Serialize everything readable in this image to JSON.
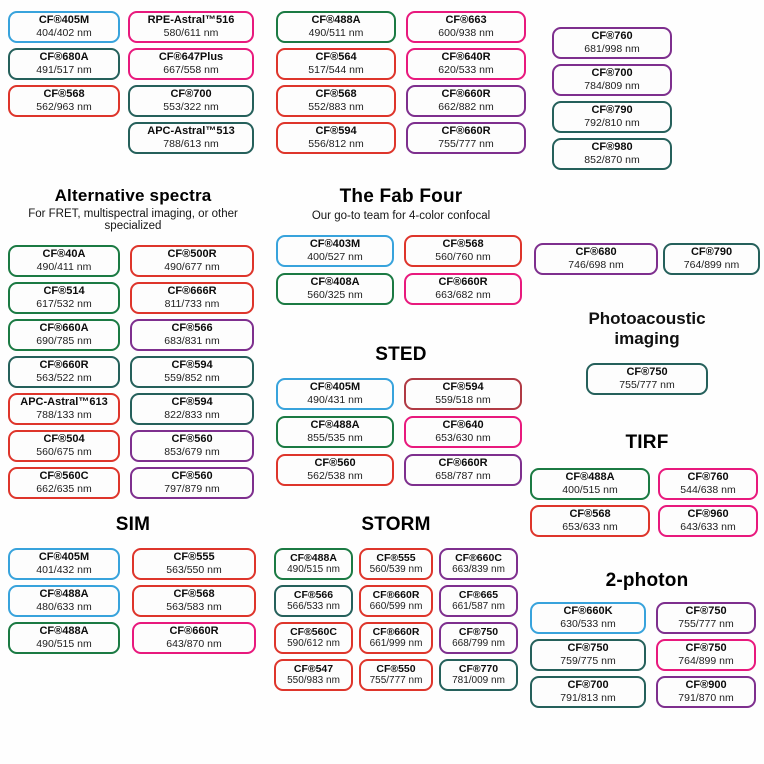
{
  "colors": {
    "blue": "#38a3dc",
    "green": "#1b7a43",
    "teal": "#25605b",
    "red": "#de352b",
    "dark_red": "#b03a44",
    "pink": "#e8197d",
    "purple": "#7e2f8e"
  },
  "top_left": {
    "col1": [
      {
        "name": "CF®405M",
        "value": "404/402 nm",
        "color": "blue"
      },
      {
        "name": "CF®680A",
        "value": "491/517 nm",
        "color": "teal"
      },
      {
        "name": "CF®568",
        "value": "562/963 nm",
        "color": "red"
      }
    ],
    "col2": [
      {
        "name": "RPE-Astral™516",
        "value": "580/611 nm",
        "color": "pink"
      },
      {
        "name": "CF®647Plus",
        "value": "667/558 nm",
        "color": "pink"
      },
      {
        "name": "CF®700",
        "value": "553/322 nm",
        "color": "teal"
      },
      {
        "name": "APC-Astral™513",
        "value": "788/613 nm",
        "color": "teal"
      }
    ]
  },
  "top_middle": {
    "col1": [
      {
        "name": "CF®488A",
        "value": "490/511 nm",
        "color": "green"
      },
      {
        "name": "CF®564",
        "value": "517/544 nm",
        "color": "red"
      },
      {
        "name": "CF®568",
        "value": "552/883 nm",
        "color": "red"
      },
      {
        "name": "CF®594",
        "value": "556/812 nm",
        "color": "red"
      }
    ],
    "col2": [
      {
        "name": "CF®663",
        "value": "600/938 nm",
        "color": "pink"
      },
      {
        "name": "CF®640R",
        "value": "620/533 nm",
        "color": "pink"
      },
      {
        "name": "CF®660R",
        "value": "662/882 nm",
        "color": "purple"
      },
      {
        "name": "CF®660R",
        "value": "755/777 nm",
        "color": "purple"
      }
    ]
  },
  "top_right": {
    "pills": [
      {
        "name": "CF®760",
        "value": "681/998 nm",
        "color": "purple"
      },
      {
        "name": "CF®700",
        "value": "784/809 nm",
        "color": "purple"
      },
      {
        "name": "CF®790",
        "value": "792/810 nm",
        "color": "teal"
      },
      {
        "name": "CF®980",
        "value": "852/870 nm",
        "color": "teal"
      }
    ]
  },
  "alt_spectra": {
    "title": "Alternative spectra",
    "subtitle": "For FRET, multispectral imaging, or other specialized",
    "pills": [
      {
        "name": "CF®40A",
        "value": "490/411 nm",
        "color": "green"
      },
      {
        "name": "CF®500R",
        "value": "490/677 nm",
        "color": "red"
      },
      {
        "name": "CF®514",
        "value": "617/532 nm",
        "color": "green"
      },
      {
        "name": "CF®666R",
        "value": "811/733 nm",
        "color": "red"
      },
      {
        "name": "CF®660A",
        "value": "690/785 nm",
        "color": "green"
      },
      {
        "name": "CF®566",
        "value": "683/831 nm",
        "color": "purple"
      },
      {
        "name": "CF®660R",
        "value": "563/522 nm",
        "color": "teal"
      },
      {
        "name": "CF®594",
        "value": "559/852 nm",
        "color": "teal"
      },
      {
        "name": "APC-Astral™613",
        "value": "788/133 nm",
        "color": "red"
      },
      {
        "name": "CF®594",
        "value": "822/833 nm",
        "color": "teal"
      },
      {
        "name": "CF®504",
        "value": "560/675 nm",
        "color": "red"
      },
      {
        "name": "CF®560",
        "value": "853/679 nm",
        "color": "purple"
      },
      {
        "name": "CF®560C",
        "value": "662/635 nm",
        "color": "red"
      },
      {
        "name": "CF®560",
        "value": "797/879 nm",
        "color": "purple"
      }
    ]
  },
  "fab_four": {
    "title": "The Fab Four",
    "subtitle": "Our go-to team for 4-color confocal",
    "pills": [
      {
        "name": "CF®403M",
        "value": "400/527 nm",
        "color": "blue"
      },
      {
        "name": "CF®568",
        "value": "560/760 nm",
        "color": "red"
      },
      {
        "name": "CF®408A",
        "value": "560/325 nm",
        "color": "green"
      },
      {
        "name": "CF®660R",
        "value": "663/682 nm",
        "color": "pink"
      }
    ]
  },
  "sted": {
    "title": "STED",
    "pills": [
      {
        "name": "CF®405M",
        "value": "490/431 nm",
        "color": "blue"
      },
      {
        "name": "CF®594",
        "value": "559/518 nm",
        "color": "dark_red"
      },
      {
        "name": "CF®488A",
        "value": "855/535 nm",
        "color": "green"
      },
      {
        "name": "CF®640",
        "value": "653/630 nm",
        "color": "pink"
      },
      {
        "name": "CF®560",
        "value": "562/538 nm",
        "color": "red"
      },
      {
        "name": "CF®660R",
        "value": "658/787 nm",
        "color": "purple"
      }
    ]
  },
  "sim": {
    "title": "SIM",
    "pills": [
      {
        "name": "CF®405M",
        "value": "401/432 nm",
        "color": "blue"
      },
      {
        "name": "CF®555",
        "value": "563/550 nm",
        "color": "red"
      },
      {
        "name": "CF®488A",
        "value": "480/633 nm",
        "color": "blue"
      },
      {
        "name": "CF®568",
        "value": "563/583 nm",
        "color": "red"
      },
      {
        "name": "CF®488A",
        "value": "490/515 nm",
        "color": "green"
      },
      {
        "name": "CF®660R",
        "value": "643/870 nm",
        "color": "pink"
      }
    ]
  },
  "storm": {
    "title": "STORM",
    "pills": [
      {
        "name": "CF®488A",
        "value": "490/515 nm",
        "color": "green"
      },
      {
        "name": "CF®555",
        "value": "560/539 nm",
        "color": "red"
      },
      {
        "name": "CF®660C",
        "value": "663/839 nm",
        "color": "purple"
      },
      {
        "name": "CF®566",
        "value": "566/533 nm",
        "color": "teal"
      },
      {
        "name": "CF®660R",
        "value": "660/599 nm",
        "color": "red"
      },
      {
        "name": "CF®665",
        "value": "661/587 nm",
        "color": "purple"
      },
      {
        "name": "CF®560C",
        "value": "590/612 nm",
        "color": "red"
      },
      {
        "name": "CF®660R",
        "value": "661/999 nm",
        "color": "red"
      },
      {
        "name": "CF®750",
        "value": "668/799 nm",
        "color": "purple"
      },
      {
        "name": "CF®547",
        "value": "550/983 nm",
        "color": "red"
      },
      {
        "name": "CF®550",
        "value": "755/777 nm",
        "color": "red"
      },
      {
        "name": "CF®770",
        "value": "781/009 nm",
        "color": "teal"
      }
    ]
  },
  "mid_right": {
    "pills": [
      {
        "name": "CF®680",
        "value": "746/698 nm",
        "color": "purple"
      },
      {
        "name": "CF®790",
        "value": "764/899 nm",
        "color": "teal"
      }
    ]
  },
  "photoacoustic": {
    "title": "Photoacoustic imaging",
    "pills": [
      {
        "name": "CF®750",
        "value": "755/777 nm",
        "color": "teal"
      }
    ]
  },
  "tirf": {
    "title": "TIRF",
    "pills": [
      {
        "name": "CF®488A",
        "value": "400/515 nm",
        "color": "green"
      },
      {
        "name": "CF®760",
        "value": "544/638 nm",
        "color": "pink"
      },
      {
        "name": "CF®568",
        "value": "653/633 nm",
        "color": "red"
      },
      {
        "name": "CF®960",
        "value": "643/633 nm",
        "color": "pink"
      }
    ]
  },
  "two_photon": {
    "title": "2-photon",
    "pills": [
      {
        "name": "CF®660K",
        "value": "630/533 nm",
        "color": "blue"
      },
      {
        "name": "CF®750",
        "value": "755/777 nm",
        "color": "purple"
      },
      {
        "name": "CF®750",
        "value": "759/775 nm",
        "color": "teal"
      },
      {
        "name": "CF®750",
        "value": "764/899 nm",
        "color": "pink"
      },
      {
        "name": "CF®700",
        "value": "791/813 nm",
        "color": "teal"
      },
      {
        "name": "CF®900",
        "value": "791/870 nm",
        "color": "purple"
      }
    ]
  }
}
